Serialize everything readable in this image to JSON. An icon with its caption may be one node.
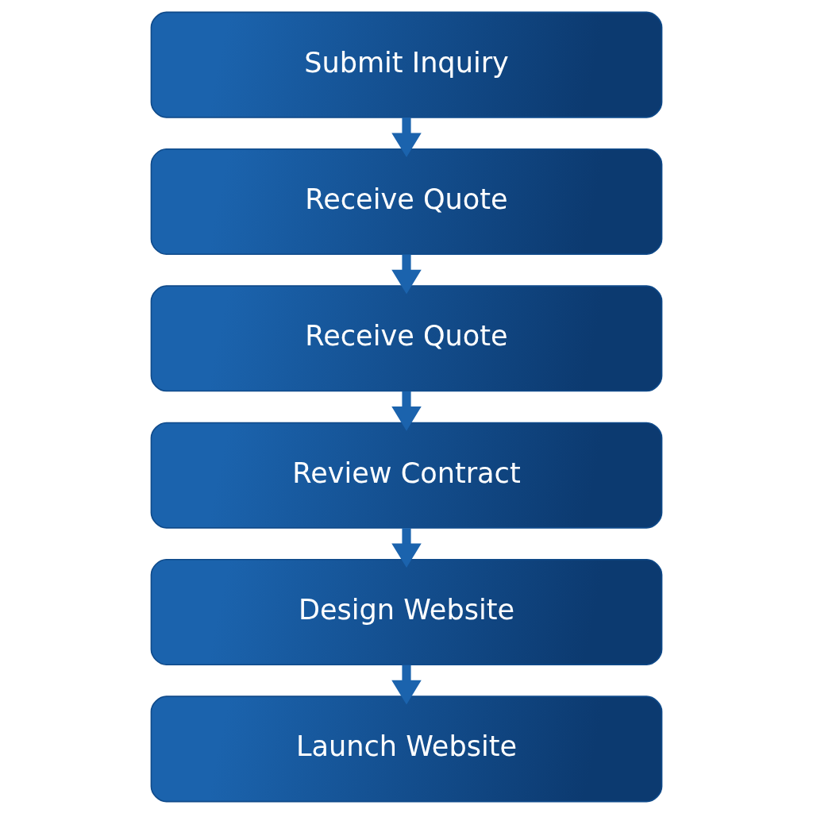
{
  "diagram": {
    "nodes": [
      {
        "text": [
          "Submit Inquiry"
        ]
      },
      {
        "text": [
          "Receive Quote"
        ]
      },
      {
        "text": [
          "Receive Quote"
        ]
      },
      {
        "text": [
          "Review Contract"
        ]
      },
      {
        "text": [
          "Design Website"
        ]
      },
      {
        "text": [
          "Launch Website"
        ]
      }
    ],
    "edges": [
      {
        "from": 0,
        "to": 1,
        "arrow": "to"
      },
      {
        "from": 1,
        "to": 2,
        "arrow": "to"
      },
      {
        "from": 2,
        "to": 3,
        "arrow": "to"
      },
      {
        "from": 3,
        "to": 4,
        "arrow": "to"
      },
      {
        "from": 4,
        "to": 5,
        "arrow": "to"
      }
    ]
  }
}
